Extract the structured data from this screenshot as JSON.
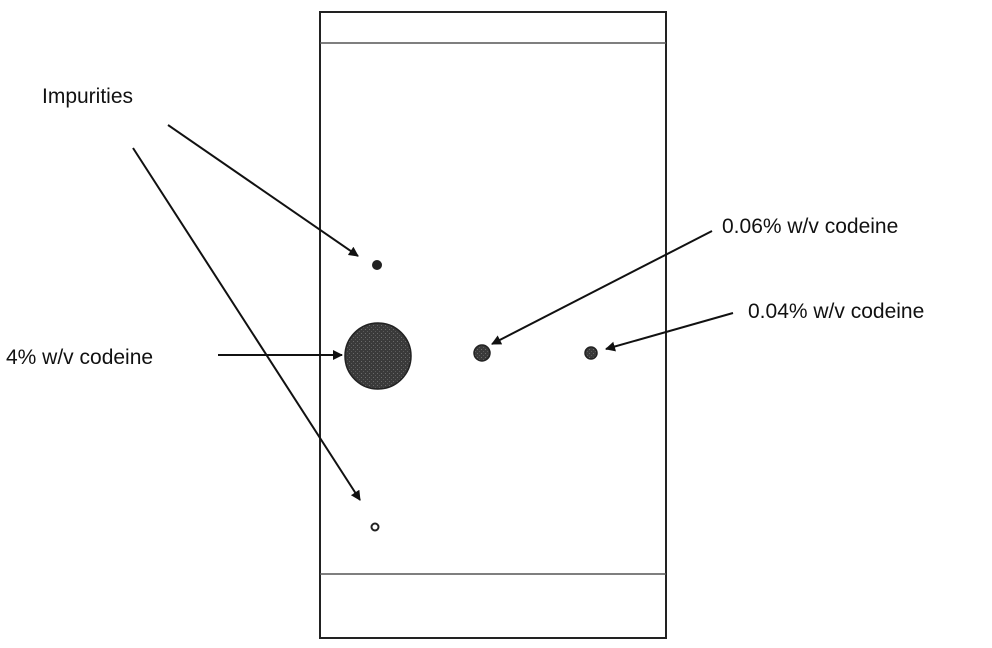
{
  "labels": {
    "impurities": "Impurities",
    "main_spot": "4% w/v codeine",
    "spot_006": "0.06% w/v codeine",
    "spot_004": "0.04% w/v codeine"
  },
  "colors": {
    "ink": "#111111",
    "spot_fill": "#444444",
    "plate_border": "#222222",
    "plate_line": "#555555"
  }
}
